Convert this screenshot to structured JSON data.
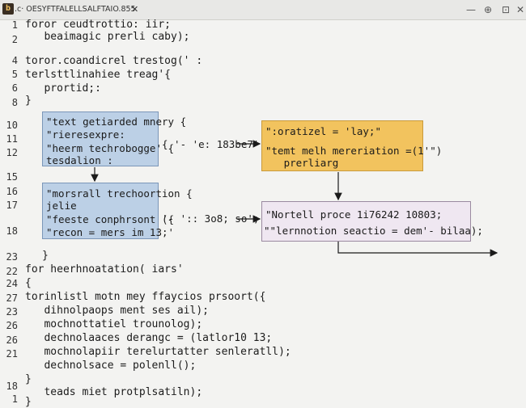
{
  "window": {
    "app_icon": "b",
    "tab_title": ".c· OESYFTFALELLSALFTAIO.855",
    "tab_close": "✕",
    "controls": [
      "—",
      "⊕",
      "⊡",
      "✕"
    ]
  },
  "line_numbers": [
    "1",
    "2",
    "",
    "4",
    "5",
    "6",
    "8",
    "",
    "10",
    "11",
    "12",
    "15",
    "16",
    "17",
    "18",
    "",
    "23",
    "22",
    "24",
    "27",
    "23",
    "26",
    "26",
    "21",
    "",
    "18",
    "1"
  ],
  "code_top": [
    "foror ceudtrottio: iir;",
    "   beaimagic prerli caby);",
    "toror.coandicrel trestog(' :",
    "terlsttlinahiee treag'{",
    "   prortid;:",
    "}"
  ],
  "box1": {
    "lines": [
      "\"text getiarded mnery {",
      "\"rieresexpre:",
      "\"heerm techrobogge' {",
      "tesdalion :"
    ]
  },
  "box1_side": "{ '- 'e: 183be7';",
  "box2": {
    "lines": [
      "\"morsrall trechoortion {",
      "jelie",
      "\"feeste conphrsont ({",
      "\"recon = mers im 13;'"
    ]
  },
  "box2_side": "'- ':: 3o8; so';",
  "closing_brace": "}",
  "box3": {
    "lines": [
      "\":oratizel = 'lay;\"",
      "\"temt melh mereriation =(1'\")",
      "   prerliarg"
    ]
  },
  "box4": {
    "lines": [
      "\"Nortell proce 1i76242 10803;",
      "\"\"lernnotion seactio = dem'- bilaa);"
    ]
  },
  "code_bottom": [
    "for heerhnoatation( iars'",
    "{",
    "torinlistl motn mey ffaycios prsoort({",
    "   dihnolpaops ment ses ail);",
    "   mochnottatiel trounolog);",
    "   dechnolaaces derangc = (latlor10 13;",
    "   mochnolapiir terelurtatter senleratll);",
    "   dechnolsace = polenll();",
    "}",
    "   teads miet protplsatiln);",
    "}"
  ]
}
